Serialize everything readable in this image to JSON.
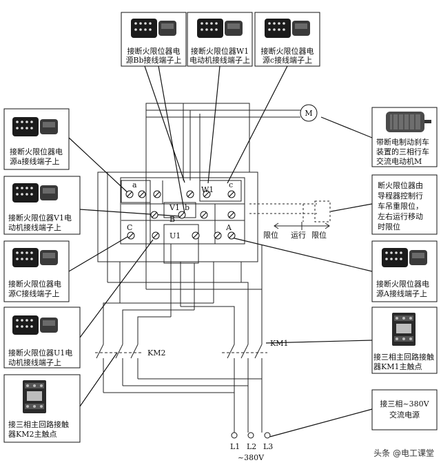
{
  "callouts": {
    "bb": [
      "接断火限位器电",
      "源Bb接线端子上"
    ],
    "w1": [
      "接断火限位器W1",
      "电动机接线端子上"
    ],
    "c_small": [
      "接断火限位器电",
      "源c接线端子上"
    ],
    "a_small": [
      "接断火限位器电",
      "源a接线端子上"
    ],
    "v1": [
      "接断火限位器V1电",
      "动机接线端子上"
    ],
    "c_big": [
      "接断火限位器电",
      "源C接线端子上"
    ],
    "u1": [
      "接断火限位器U1电",
      "动机接线端子上"
    ],
    "km2": [
      "接三相主回路接触",
      "器KM2主触点"
    ],
    "motor": [
      "带断电制动刹车",
      "装置的三相行车",
      "交流电动机M"
    ],
    "limit": [
      "断火限位器由",
      "导程器控制行",
      "车吊重限位，",
      "左右运行移动",
      "时限位"
    ],
    "a_big": [
      "接断火限位器电",
      "源A接线端子上"
    ],
    "km1": [
      "接三相主回路接触",
      "器KM1主触点"
    ],
    "supply": [
      "接三相~380V",
      "交流电源"
    ]
  },
  "terminals": {
    "a": "a",
    "W1": "W1",
    "c": "c",
    "V1": "V1",
    "b": "b",
    "B": "B",
    "C": "C",
    "U1": "U1",
    "A": "A",
    "M": "M"
  },
  "labels": {
    "km1": "KM1",
    "km2": "KM2",
    "limit_left": "限位",
    "run": "运行",
    "limit_right": "限位",
    "L1": "L1",
    "L2": "L2",
    "L3": "L3",
    "voltage": "~380V"
  },
  "watermark": "头条 @电工课堂"
}
